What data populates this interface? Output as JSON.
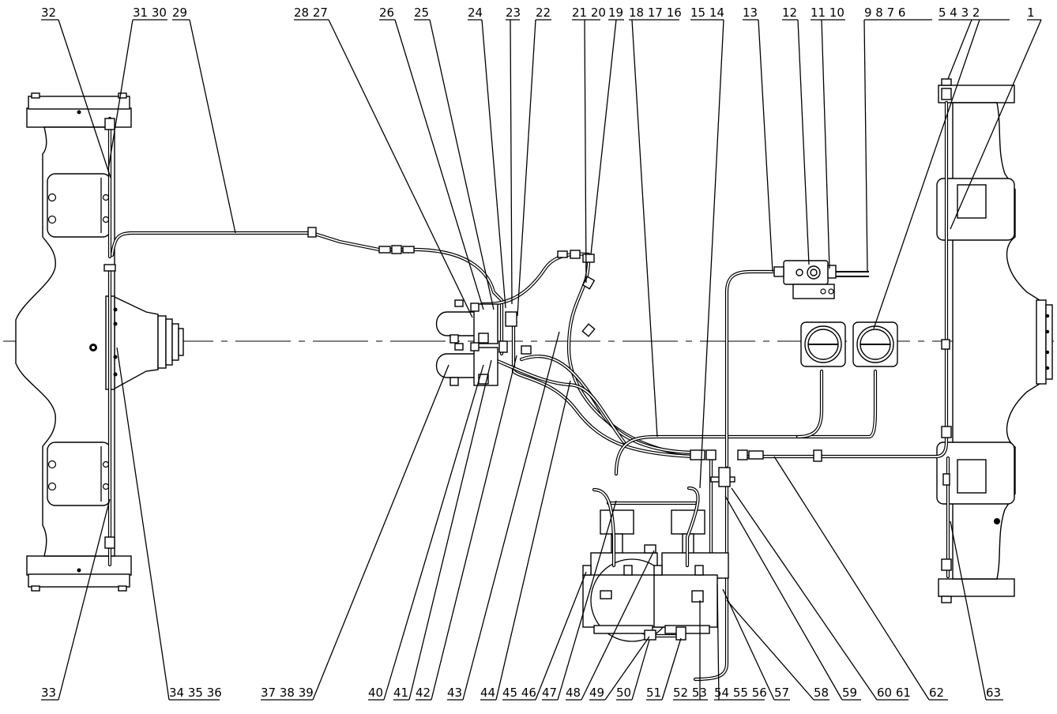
{
  "drawing": {
    "top_labels": [
      "32",
      "31 30",
      "29",
      "28 27",
      "26",
      "25",
      "24",
      "23",
      "22",
      "21 20",
      "19",
      "18 17 16",
      "15 14",
      "13",
      "12",
      "11 10",
      "9 8 7 6",
      "5 4 3 2",
      "1"
    ],
    "bottom_labels": [
      "33",
      "34 35 36",
      "37 38 39",
      "40",
      "41",
      "42",
      "43",
      "44",
      "45 46",
      "47",
      "48",
      "49",
      "50",
      "51",
      "52 53",
      "54 55 56",
      "57",
      "58",
      "59",
      "60 61",
      "62",
      "63"
    ]
  }
}
